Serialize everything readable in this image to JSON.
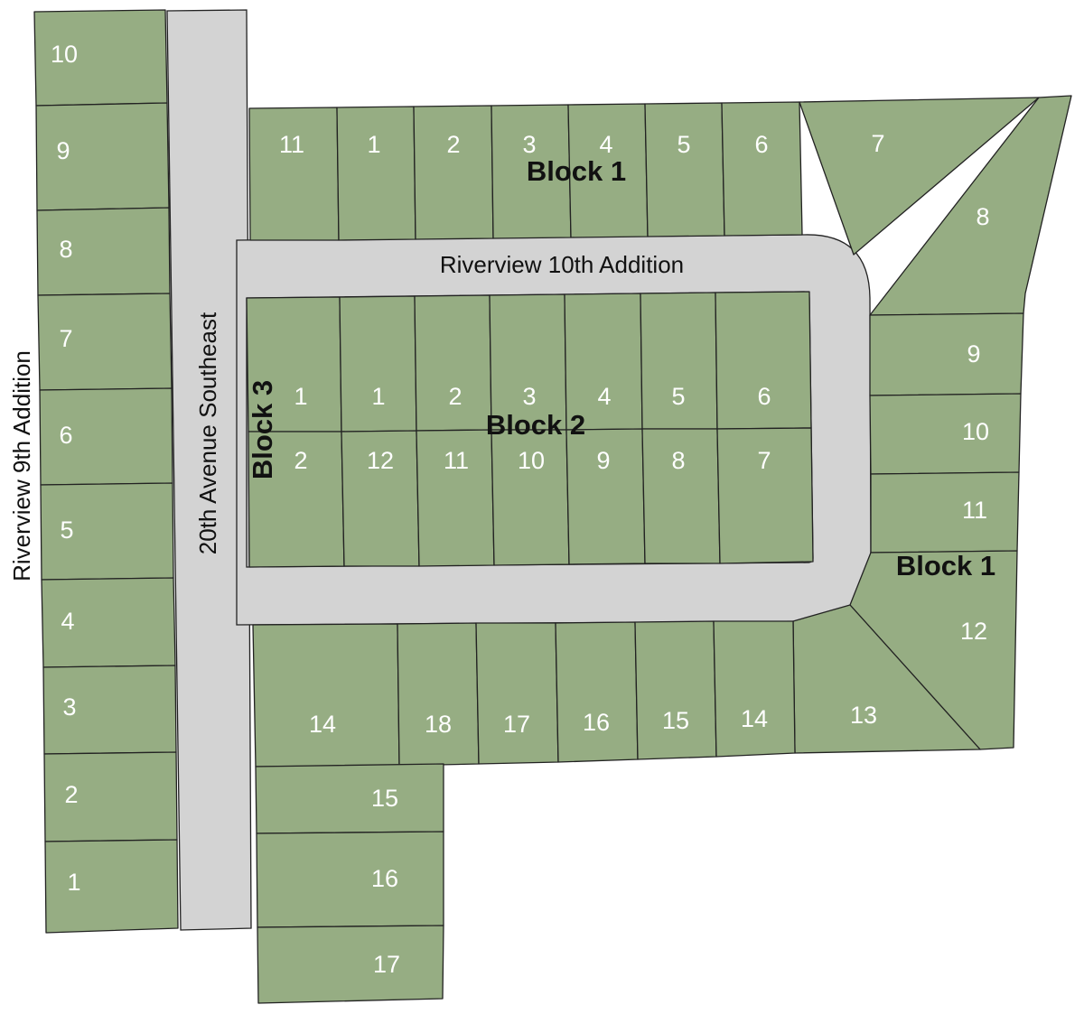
{
  "map": {
    "street_labels": {
      "riverview_9th": "Riverview 9th Addition",
      "avenue": "20th Avenue Southeast",
      "riverview_10th": "Riverview 10th Addition"
    },
    "block_labels": {
      "block1_top": "Block 1",
      "block2": "Block 2",
      "block3": "Block 3",
      "block1_right": "Block 1"
    },
    "lots": {
      "west": [
        "10",
        "9",
        "8",
        "7",
        "6",
        "5",
        "4",
        "3",
        "2",
        "1"
      ],
      "north": [
        "11",
        "1",
        "2",
        "3",
        "4",
        "5",
        "6",
        "7",
        "8"
      ],
      "east": [
        "9",
        "10",
        "11",
        "12",
        "13"
      ],
      "south": [
        "14",
        "18",
        "17",
        "16",
        "15",
        "14"
      ],
      "southwest": [
        "15",
        "16",
        "17"
      ],
      "block2_top": [
        "1",
        "1",
        "2",
        "3",
        "4",
        "5",
        "6"
      ],
      "block2_bottom": [
        "2",
        "12",
        "11",
        "10",
        "9",
        "8",
        "7"
      ]
    },
    "colors": {
      "lot_fill": "#96ad83",
      "road_fill": "#d3d3d3",
      "outline": "#222222",
      "lot_number": "#ffffff",
      "label": "#111111"
    }
  }
}
